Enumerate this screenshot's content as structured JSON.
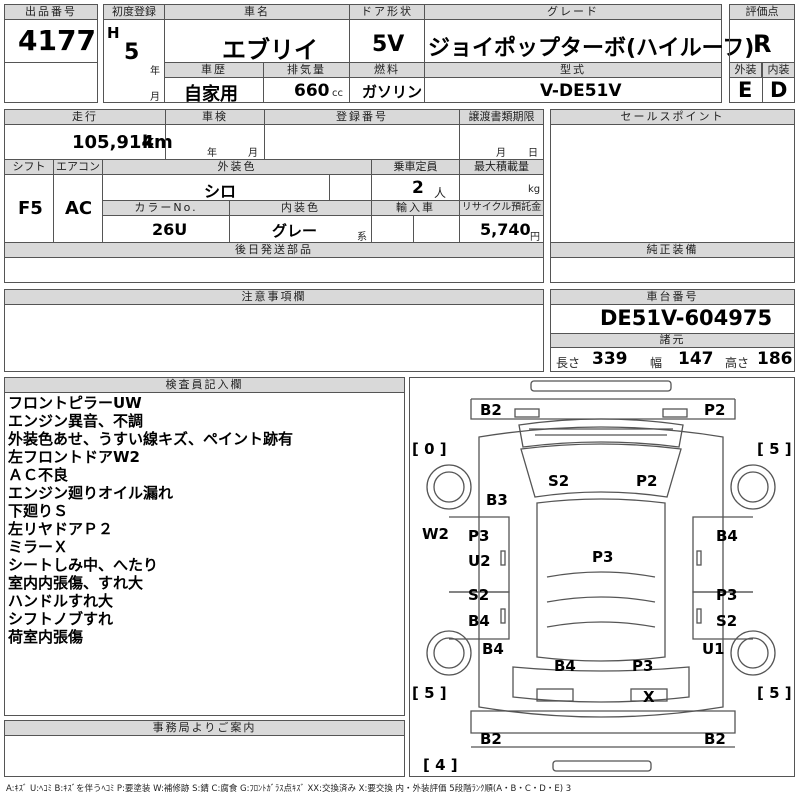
{
  "header": {
    "lot_no_label": "出品番号",
    "lot_no": "4177",
    "first_reg_label": "初度登録",
    "era": "H",
    "year": "5",
    "year_unit": "年",
    "month_unit": "月",
    "car_name_label": "車名",
    "car_name": "エブリイ",
    "door_label": "ドア形状",
    "door": "5V",
    "grade_label": "グレード",
    "grade": "ジョイポップターボ(ハイルーフ)",
    "score_label": "評価点",
    "score": "R",
    "history_label": "車歴",
    "history": "自家用",
    "displacement_label": "排気量",
    "displacement": "660",
    "displacement_unit": "cc",
    "fuel_label": "燃料",
    "fuel": "ガソリン",
    "model_label": "型式",
    "model": "V-DE51V",
    "ext_label": "外装",
    "ext": "E",
    "int_label": "内装",
    "int": "D"
  },
  "row2": {
    "mileage_label": "走行",
    "mileage": "105,914",
    "mileage_unit": "km",
    "inspection_label": "車検",
    "inspection_year_unit": "年",
    "inspection_month_unit": "月",
    "reg_no_label": "登録番号",
    "transfer_label": "譲渡書類期限",
    "transfer_month_unit": "月",
    "transfer_day_unit": "日",
    "sales_point_label": "セールスポイント",
    "shift_label": "シフト",
    "shift": "F5",
    "ac_label": "エアコン",
    "ac": "AC",
    "color_label": "外装色",
    "color": "シロ",
    "capacity_label": "乗車定員",
    "capacity": "2",
    "capacity_unit": "人",
    "max_load_label": "最大積載量",
    "max_load_unit": "kg",
    "color_no_label": "カラーNo.",
    "color_no": "26U",
    "int_color_label": "内装色",
    "int_color": "グレー",
    "int_color_unit": "系",
    "import_label": "輸入車",
    "recycle_label": "リサイクル預託金",
    "recycle": "5,740",
    "recycle_unit": "円",
    "later_parts_label": "後日発送部品",
    "genuine_label": "純正装備"
  },
  "notes": {
    "caution_label": "注意事項欄",
    "chassis_label": "車台番号",
    "chassis": "DE51V-604975",
    "dims_label": "諸元",
    "length_label": "長さ",
    "length": "339",
    "width_label": "幅",
    "width": "147",
    "height_label": "高さ",
    "height": "186",
    "inspector_label": "検査員記入欄",
    "inspector_notes": [
      "フロントピラーUW",
      "エンジン異音、不調",
      "外装色あせ、うすい線キズ、ペイント跡有",
      "左フロントドアW2",
      "ＡＣ不良",
      "エンジン廻りオイル漏れ",
      "下廻りＳ",
      "左リヤドアＰ２",
      "ミラーＸ",
      "シートしみ中、へたり",
      "室内内張傷、すれ大",
      "ハンドルすれ大",
      "シフトノブすれ",
      "荷室内張傷"
    ],
    "office_label": "事務局よりご案内"
  },
  "diagram": {
    "tire_fl": "[ 0 ]",
    "tire_fr": "[ 5 ]",
    "tire_rl": "[ 5 ]",
    "tire_rr": "[ 5 ]",
    "tire_spare": "[ 4 ]",
    "marks": {
      "front_left": "B2",
      "front_right": "P2",
      "hood_left": "S2",
      "hood_right": "P2",
      "fender_left": "B3",
      "pillar_left": "W2",
      "door_fl_a": "P3",
      "door_fl_b": "U2",
      "roof": "P3",
      "door_fr": "B4",
      "door_rl_a": "S2",
      "door_rl_b": "B4",
      "door_rr_a": "P3",
      "door_rr_b": "S2",
      "quarter_left": "B4",
      "quarter_right": "U1",
      "rear_left": "B4",
      "rear_right": "P3",
      "lamp_x": "X",
      "bumper_rl": "B2",
      "bumper_rr": "B2"
    }
  },
  "footer": {
    "legend": "A:ｷｽﾞ U:ﾍｺﾐ B:ｷｽﾞを伴うﾍｺﾐ P:要塗装 W:補修跡 S:錆 C:腐食 G:ﾌﾛﾝﾄｶﾞﾗｽ点ｷｽﾞ XX:交換済み X:要交換 内・外装評価 5段階ﾗﾝｸ順(A・B・C・D・E) 3"
  }
}
